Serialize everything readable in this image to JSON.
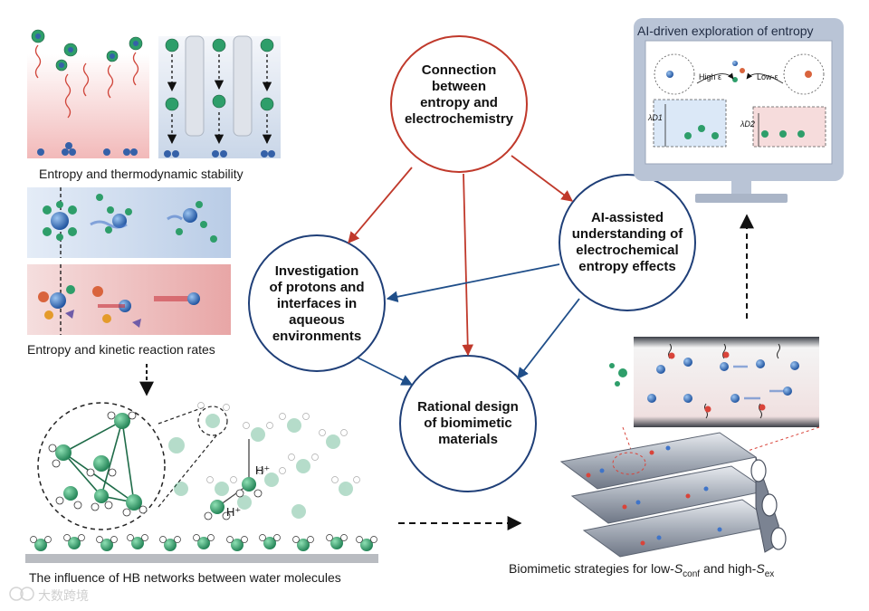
{
  "center": {
    "connection": "Connection\nbetween\nentropy and\nelectrochemistry",
    "investigation": "Investigation\nof protons and\ninterfaces in\naqueous\nenvironments",
    "ai_assisted": "AI-assisted\nunderstanding of\nelectrochemical\nentropy effects",
    "rational": "Rational design\nof biomimetic\nmaterials"
  },
  "captions": {
    "thermo": "Entropy and thermodynamic stability",
    "kinetic": "Entropy and kinetic reaction rates",
    "hb": "The influence of HB networks between water molecules",
    "biomimetic_prefix": "Biomimetic strategies for low-",
    "s_conf_sub": "conf",
    "and_high": " and high-",
    "s_ex_sub": "ex"
  },
  "monitor": {
    "title": "AI-driven exploration of entropy",
    "high_eps": "High ε",
    "low_eps": "Low-ε",
    "lambda_d1": "λD1",
    "lambda_d2": "λD2"
  },
  "hb_labels": {
    "h_plus_1": "H⁺",
    "h_plus_2": "H⁺"
  },
  "watermark": "大数跨境",
  "colors": {
    "red_arrow": "#c0392b",
    "blue_arrow": "#1f4e89",
    "circle_red": "#c0392b",
    "circle_blue": "#1f3f78",
    "water_green": "#2e9e6a",
    "monitor_frame": "#b9c4d6"
  }
}
